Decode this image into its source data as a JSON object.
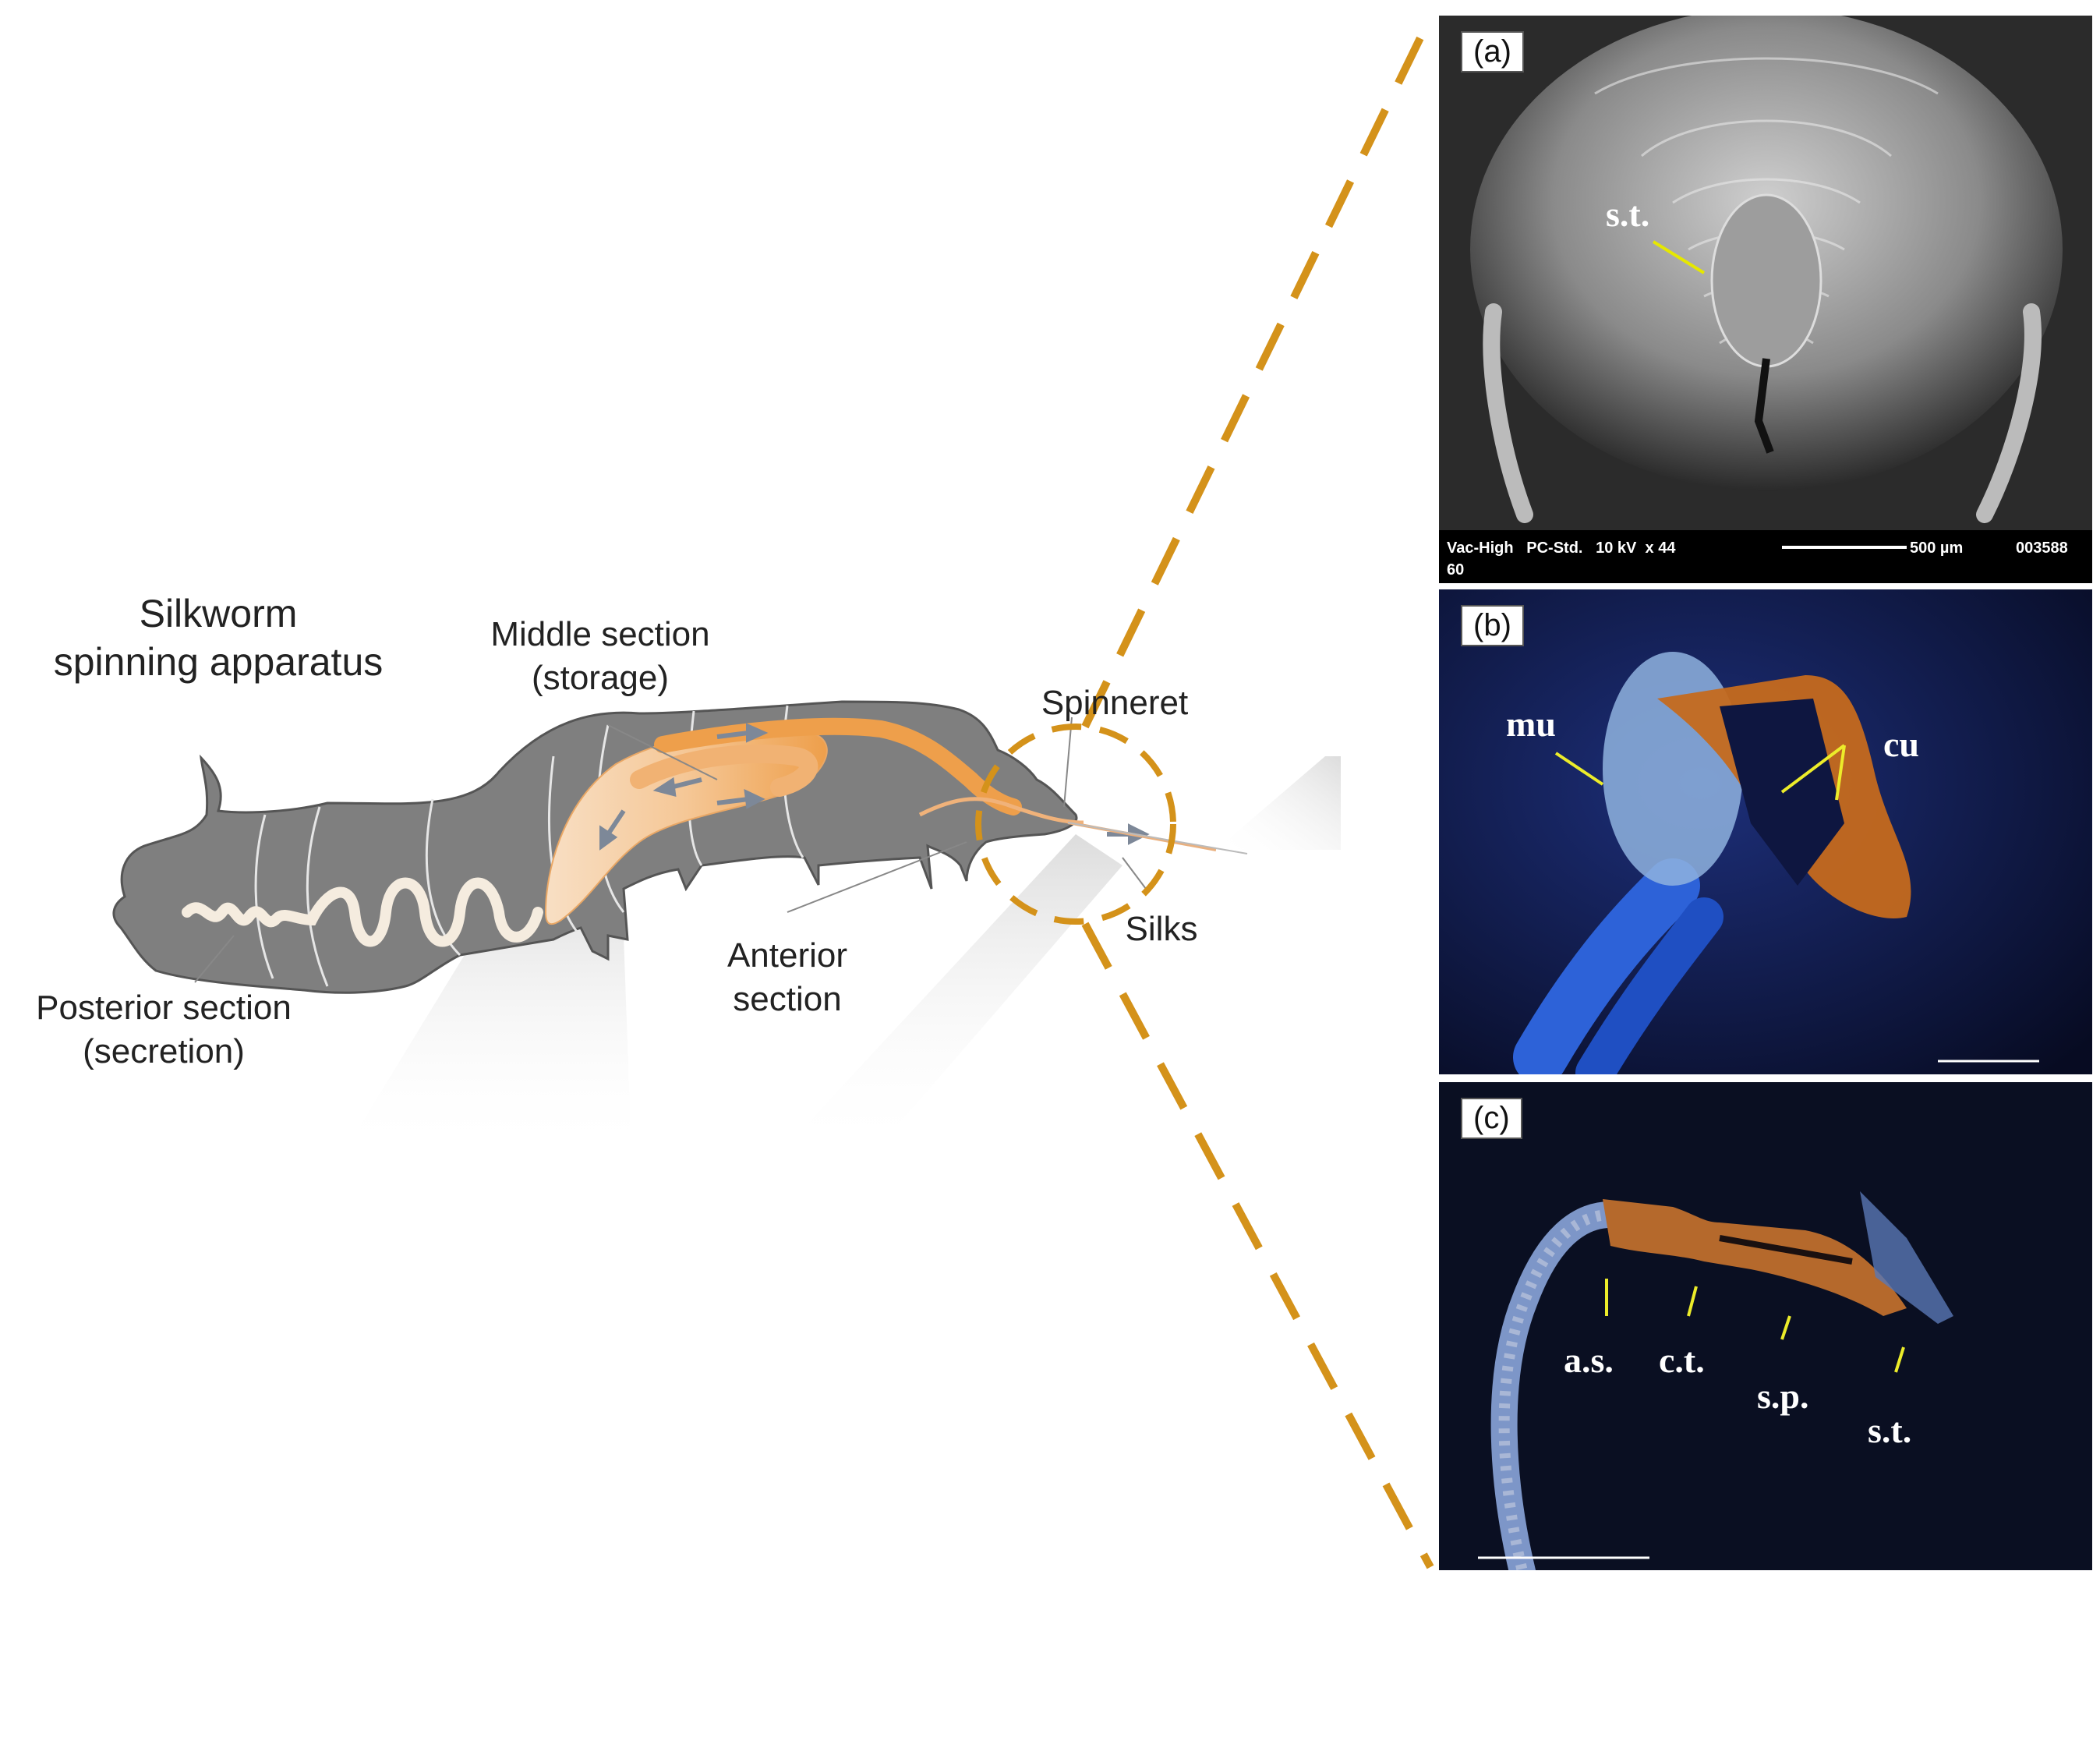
{
  "diagram": {
    "title": "Silkworm\nspinning apparatus",
    "labels": {
      "middle": "Middle section\n(storage)",
      "spinneret": "Spinneret",
      "silks": "Silks",
      "anterior": "Anterior\nsection",
      "posterior": "Posterior section\n(secretion)"
    }
  },
  "panels": {
    "a": {
      "tag": "(a)",
      "label_st": "s.t.",
      "footer": "Vac-High   PC-Std.   10 kV  x 44",
      "footer2": "60",
      "scale": "500 µm",
      "image_id": "003588"
    },
    "b": {
      "tag": "(b)",
      "label_mu": "mu",
      "label_cu": "cu"
    },
    "c": {
      "tag": "(c)",
      "label_as": "a.s.",
      "label_ct": "c.t.",
      "label_sp": "s.p.",
      "label_st": "s.t."
    }
  },
  "colors": {
    "body": "#7f7f7f",
    "gland_dark": "#f0a050",
    "gland_light": "#f6cfa6",
    "callout": "#d4921a"
  }
}
